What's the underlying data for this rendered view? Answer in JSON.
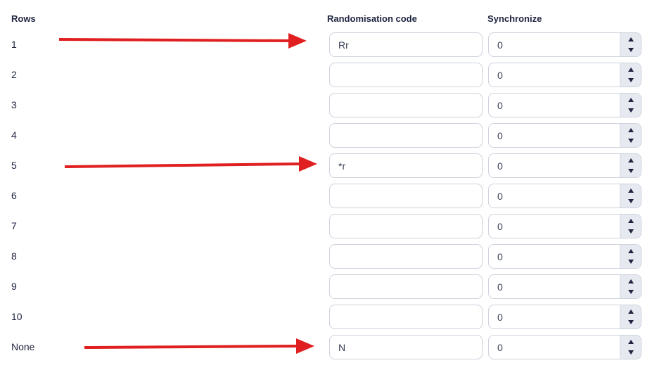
{
  "headers": {
    "rows": "Rows",
    "randomisation_code": "Randomisation code",
    "synchronize": "Synchronize"
  },
  "rows": [
    {
      "label": "1",
      "code": "Rr",
      "sync": "0"
    },
    {
      "label": "2",
      "code": "",
      "sync": "0"
    },
    {
      "label": "3",
      "code": "",
      "sync": "0"
    },
    {
      "label": "4",
      "code": "",
      "sync": "0"
    },
    {
      "label": "5",
      "code": "*r",
      "sync": "0"
    },
    {
      "label": "6",
      "code": "",
      "sync": "0"
    },
    {
      "label": "7",
      "code": "",
      "sync": "0"
    },
    {
      "label": "8",
      "code": "",
      "sync": "0"
    },
    {
      "label": "9",
      "code": "",
      "sync": "0"
    },
    {
      "label": "10",
      "code": "",
      "sync": "0"
    },
    {
      "label": "None",
      "code": "N",
      "sync": "0"
    }
  ],
  "colors": {
    "annotation_arrow": "#e02020",
    "text": "#1e2340",
    "input_border": "#cdd2dc",
    "spinner_bg": "#e6e9ef"
  },
  "icons": {
    "spinner_up": "triangle-up",
    "spinner_down": "triangle-down",
    "annotation": "red-arrow-right"
  }
}
